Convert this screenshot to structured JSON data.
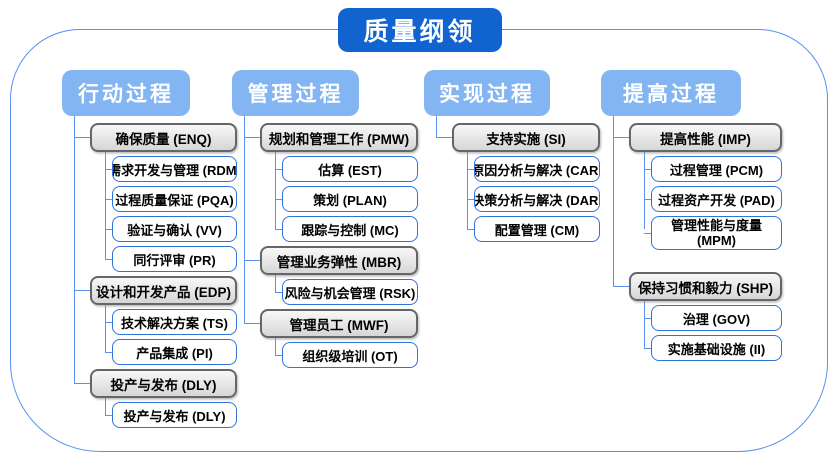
{
  "title": "质量纲领",
  "colors": {
    "title_bg": "#1163cf",
    "header_bg": "#82b5f2",
    "connector_blue": "#5b92f0",
    "leaf_border_blue": "#2e74d8",
    "group_border_gray": "#666666"
  },
  "columns": [
    {
      "header": "行动过程",
      "groups": [
        {
          "label": "确保质量 (ENQ)",
          "children": [
            "需求开发与管理 (RDM)",
            "过程质量保证 (PQA)",
            "验证与确认 (VV)",
            "同行评审 (PR)"
          ]
        },
        {
          "label": "设计和开发产品 (EDP)",
          "children": [
            "技术解决方案 (TS)",
            "产品集成 (PI)"
          ]
        },
        {
          "label": "投产与发布 (DLY)",
          "children": [
            "投产与发布 (DLY)"
          ]
        }
      ]
    },
    {
      "header": "管理过程",
      "groups": [
        {
          "label": "规划和管理工作 (PMW)",
          "children": [
            "估算 (EST)",
            "策划 (PLAN)",
            "跟踪与控制 (MC)"
          ]
        },
        {
          "label": "管理业务弹性 (MBR)",
          "children": [
            "风险与机会管理 (RSK)"
          ]
        },
        {
          "label": "管理员工 (MWF)",
          "children": [
            "组织级培训 (OT)"
          ]
        }
      ]
    },
    {
      "header": "实现过程",
      "groups": [
        {
          "label": "支持实施 (SI)",
          "children": [
            "原因分析与解决 (CAR)",
            "决策分析与解决 (DAR)",
            "配置管理 (CM)"
          ]
        }
      ]
    },
    {
      "header": "提高过程",
      "groups": [
        {
          "label": "提高性能 (IMP)",
          "children": [
            "过程管理 (PCM)",
            "过程资产开发 (PAD)",
            "管理性能与度量 (MPM)"
          ]
        },
        {
          "label": "保持习惯和毅力 (SHP)",
          "children": [
            "治理 (GOV)",
            "实施基础设施 (II)"
          ]
        }
      ]
    }
  ]
}
